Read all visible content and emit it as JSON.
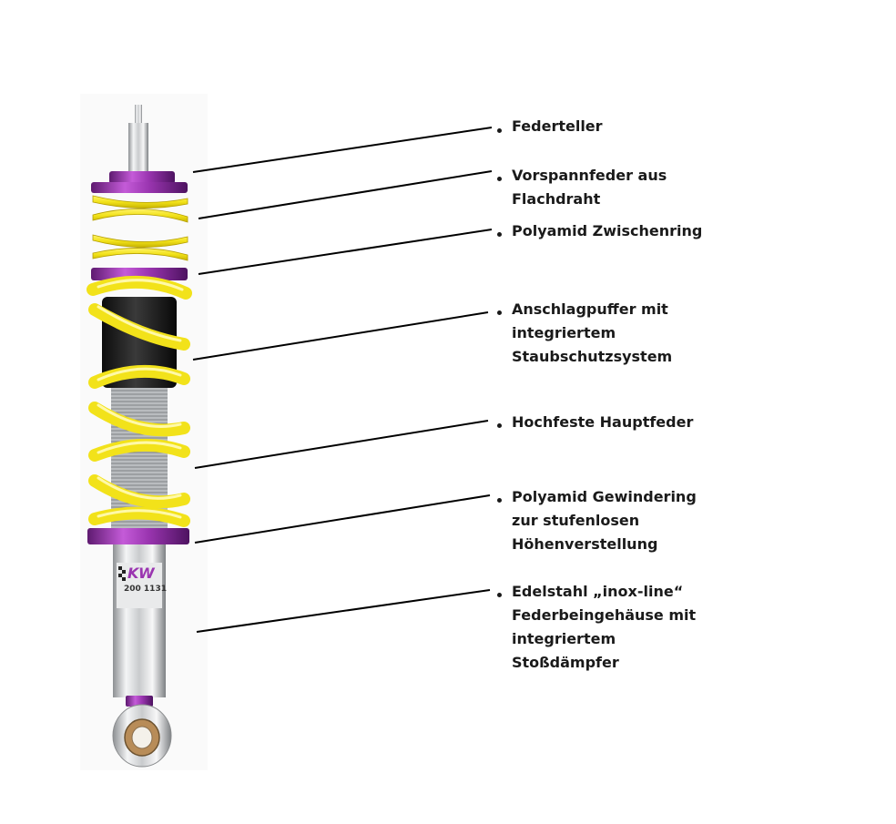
{
  "colors": {
    "spring_yellow": "#f2e21a",
    "accent_purple": "#8a2aa0",
    "bumpstop_black": "#1d1d1d",
    "chrome": "#d2d4d6"
  },
  "callouts": [
    {
      "id": "federteller",
      "lines": [
        "Federteller"
      ]
    },
    {
      "id": "vorspannfeder",
      "lines": [
        "Vorspannfeder aus",
        "Flachdraht"
      ]
    },
    {
      "id": "zwischenring",
      "lines": [
        "Polyamid Zwischenring"
      ]
    },
    {
      "id": "anschlagpuffer",
      "lines": [
        "Anschlagpuffer mit",
        "integriertem",
        "Staubschutzsystem"
      ]
    },
    {
      "id": "hauptfeder",
      "lines": [
        "Hochfeste Hauptfeder"
      ]
    },
    {
      "id": "gewindering",
      "lines": [
        "Polyamid Gewindering",
        "zur stufenlosen",
        "Höhenverstellung"
      ]
    },
    {
      "id": "gehaeuse",
      "lines": [
        "Edelstahl „inox-line“",
        "Federbeingehäuse mit",
        "integriertem",
        "Stoßdämpfer"
      ]
    }
  ],
  "product_label": {
    "logo": "KW",
    "part_number": "200 1131"
  }
}
